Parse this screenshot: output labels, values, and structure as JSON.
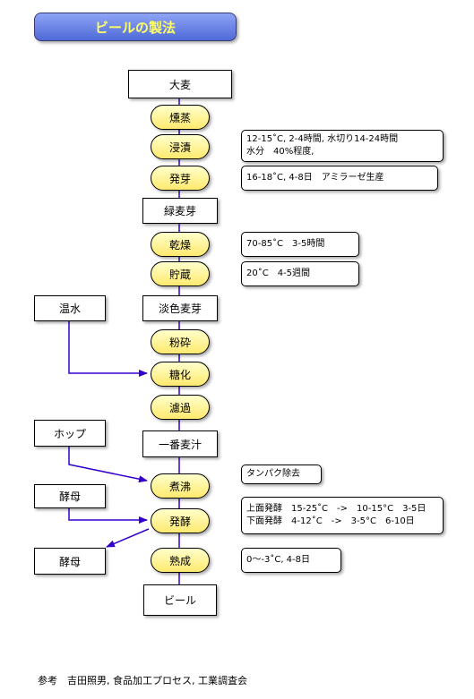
{
  "title": "ビールの製法",
  "steps": {
    "s1": "大麦",
    "s2": "燻蒸",
    "s3": "浸漬",
    "s4": "発芽",
    "s5": "緑麦芽",
    "s6": "乾燥",
    "s7": "貯蔵",
    "s8": "淡色麦芽",
    "s9": "粉砕",
    "s10": "糖化",
    "s11": "濾過",
    "s12": "一番麦汁",
    "s13": "煮沸",
    "s14": "発酵",
    "s15": "熟成",
    "s16": "ビール"
  },
  "inputs": {
    "hot_water": "温水",
    "hops": "ホップ",
    "yeast_in": "酵母",
    "yeast_out": "酵母"
  },
  "notes": {
    "steeping_1": "12-15˚C, 2-4時間, 水切り14-24時間",
    "steeping_2": "水分　40%程度,",
    "germination": "16-18˚C, 4-8日　アミラーゼ生産",
    "drying": "70-85˚C　3-5時間",
    "storage": "20˚C　4-5週間",
    "boiling": "タンパク除去",
    "ferment_1": "上面発酵　15-25˚C　->　10-15°C　3-5日",
    "ferment_2": "下面発酵　4-12˚C　->　3-5°C　6-10日",
    "maturation": "0〜-3˚C, 4-8日"
  },
  "footer": "参考　吉田照男, 食品加工プロセス, 工業調査会",
  "colors": {
    "title_text": "#ffff66",
    "title_bg": "#5f7be4",
    "arrow": "#3300cc",
    "pill": "#fff0a0"
  }
}
